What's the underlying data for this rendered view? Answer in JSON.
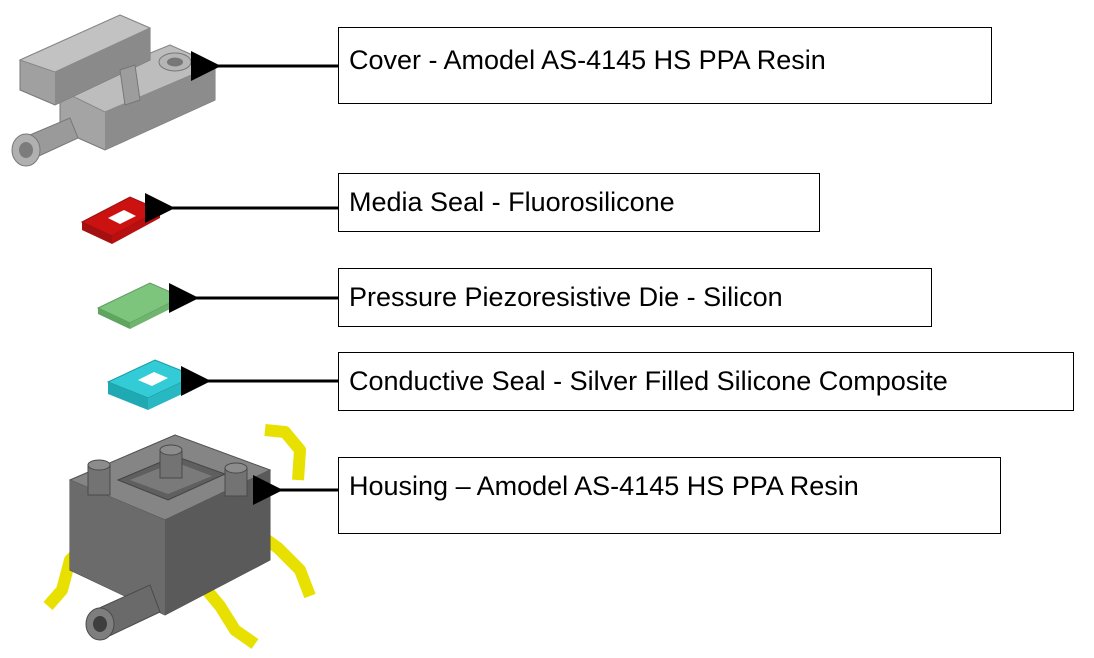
{
  "callouts": [
    {
      "id": "cover",
      "label": "Cover - Amodel AS-4145 HS PPA Resin"
    },
    {
      "id": "media-seal",
      "label": "Media Seal - Fluorosilicone"
    },
    {
      "id": "die",
      "label": "Pressure Piezoresistive Die - Silicon"
    },
    {
      "id": "conductive-seal",
      "label": "Conductive Seal - Silver Filled Silicone Composite"
    },
    {
      "id": "housing",
      "label": "Housing – Amodel AS-4145 HS PPA Resin"
    }
  ],
  "colors": {
    "plastic": "#9a9a9a",
    "media_seal": "#cc1111",
    "die": "#7dc47d",
    "conductive_seal": "#22c2cc",
    "leads": "#e8e000",
    "housing": "#6e6e6e",
    "arrow": "#000000"
  }
}
